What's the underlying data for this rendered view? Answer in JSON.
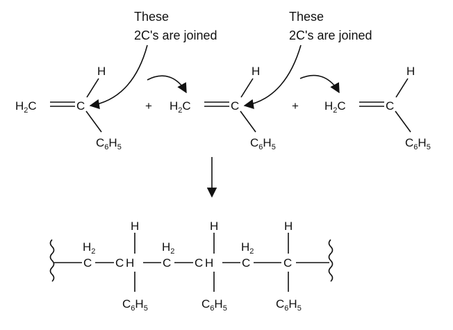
{
  "annotations": [
    {
      "line1": "These",
      "line2": "2C's are joined"
    },
    {
      "line1": "These",
      "line2": "2C's are joined"
    }
  ],
  "monomer": {
    "ch2_prefix": "H",
    "ch2_sub": "2",
    "ch2_suffix": "C",
    "ch_atom": "C",
    "h_atom": "H",
    "phenyl_c": "C",
    "phenyl_c_sub": "6",
    "phenyl_h": "H",
    "phenyl_h_sub": "5"
  },
  "plus_sign": "+",
  "polymer": {
    "h_atom": "H",
    "c_atom": "C",
    "h2_label": "H",
    "h2_sub": "2",
    "phenyl_c": "C",
    "phenyl_c_sub": "6",
    "phenyl_h": "H",
    "phenyl_h_sub": "5"
  },
  "colors": {
    "ink": "#111111",
    "background": "#ffffff"
  }
}
